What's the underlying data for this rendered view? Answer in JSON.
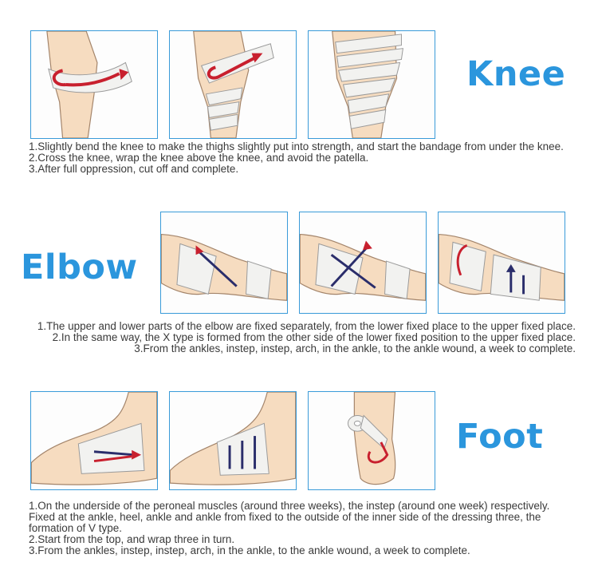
{
  "knee": {
    "title": "Knee",
    "steps": [
      "1.Slightly bend the knee to make the thighs slightly put into strength, and start the bandage from under the knee.",
      "2.Cross the knee, wrap the knee above the knee, and avoid the patella.",
      "3.After full oppression, cut off and complete."
    ]
  },
  "elbow": {
    "title": "Elbow",
    "steps": [
      "1.The upper and lower parts of the elbow are fixed separately, from the lower fixed place to the upper fixed place.",
      "2.In the same way, the X type is formed from the other side of the lower fixed position to the upper fixed place.",
      "3.From the ankles, instep, instep, arch, in the ankle, to the ankle wound, a week to complete."
    ]
  },
  "foot": {
    "title": "Foot",
    "steps": [
      "1.On the underside of the peroneal muscles (around three weeks), the instep (around one week) respectively. Fixed at the ankle, heel, ankle and ankle from fixed to the outside of the inner side of the dressing three, the formation of V type.",
      "2.Start from the top, and wrap three in turn.",
      "3.From the ankles, instep, instep, arch, in the ankle, to the ankle wound, a week to complete."
    ]
  },
  "colors": {
    "accent": "#2b96dd",
    "border": "#3a9bd9",
    "skin": "#f6dcc0",
    "bandage": "#f2f2f0",
    "arrow_red": "#c8202e",
    "arrow_navy": "#2a2d6b"
  }
}
